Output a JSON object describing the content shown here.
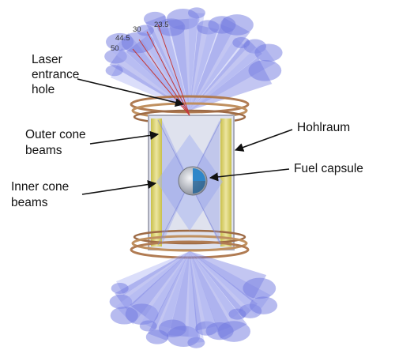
{
  "labels": {
    "laser_entrance_hole": [
      "Laser",
      "entrance",
      "hole"
    ],
    "outer_cone_beams": [
      "Outer cone",
      "beams"
    ],
    "inner_cone_beams": [
      "Inner cone",
      "beams"
    ],
    "hohlraum": "Hohlraum",
    "fuel_capsule": "Fuel capsule"
  },
  "beam_angles": [
    "50",
    "44.5",
    "30",
    "23.5"
  ],
  "colors": {
    "beam": "#6f78e0",
    "beam_light": "#a9b0f2",
    "hohlraum_wall": "#d8cf62",
    "hohlraum_frame": "#b9b9c4",
    "ring": "#b07b52",
    "capsule_shell": "#c5c9d1",
    "capsule_core": "#2e86c9",
    "arrow": "#111111",
    "angle_lines": "#c43a3a"
  }
}
